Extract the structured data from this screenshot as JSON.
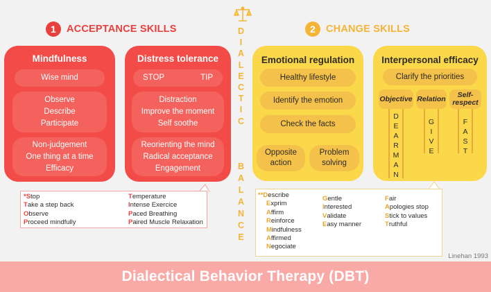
{
  "acceptance": {
    "number": "1",
    "heading": "ACCEPTANCE SKILLS",
    "color": "#e8403c",
    "mindfulness": {
      "title": "Mindfulness",
      "pill1": "Wise mind",
      "pill2": [
        "Observe",
        "Describe",
        "Participate"
      ],
      "pill3": [
        "Non-judgement",
        "One thing at a time",
        "Efficacy"
      ]
    },
    "distress": {
      "title": "Distress tolerance",
      "stop": "STOP",
      "tip": "TIP",
      "pill2": [
        "Distraction",
        "Improve the moment",
        "Self soothe"
      ],
      "pill3": [
        "Reorienting the mind",
        "Radical acceptance",
        "Engagement"
      ]
    },
    "stop_acronym": {
      "marker": "*",
      "lines": [
        {
          "first": "S",
          "rest": "top"
        },
        {
          "first": "T",
          "rest": "ake a step back"
        },
        {
          "first": "O",
          "rest": "bserve"
        },
        {
          "first": "P",
          "rest": "roceed mindfully"
        }
      ]
    },
    "tip_acronym": {
      "lines": [
        {
          "first": "T",
          "rest": "emperature"
        },
        {
          "first": "I",
          "rest": "ntense Exercice"
        },
        {
          "first": "P",
          "rest": "aced Breathing"
        },
        {
          "first": "P",
          "rest": "aired Muscle Relaxation"
        }
      ]
    }
  },
  "dialectic": {
    "scale_icon": "balance-scale-icon",
    "word1": [
      "D",
      "I",
      "A",
      "L",
      "E",
      "C",
      "T",
      "I",
      "C"
    ],
    "word2": [
      "B",
      "A",
      "L",
      "A",
      "N",
      "C",
      "E"
    ]
  },
  "change": {
    "number": "2",
    "heading": "CHANGE SKILLS",
    "color": "#f4b436",
    "emotional": {
      "title": "Emotional regulation",
      "items": [
        "Healthy lifestyle",
        "Identify the emotion",
        "Check the facts"
      ],
      "opposite": [
        "Opposite",
        "action"
      ],
      "problem": [
        "Problem",
        "solving"
      ]
    },
    "interpersonal": {
      "title": "Interpersonal efficacy",
      "clarify": "Clarify the priorities",
      "tags": [
        {
          "label": "Objective",
          "letters": [
            "D",
            "E",
            "A",
            "R",
            "M",
            "A",
            "N"
          ]
        },
        {
          "label": "Relation",
          "letters": [
            "G",
            "I",
            "V",
            "E"
          ]
        },
        {
          "label": "Self-\nrespect",
          "letters": [
            "F",
            "A",
            "S",
            "T"
          ]
        }
      ]
    },
    "dearman_acronym": {
      "marker": "**",
      "lines": [
        {
          "first": "D",
          "rest": "escribe"
        },
        {
          "first": "E",
          "rest": "xprim"
        },
        {
          "first": "A",
          "rest": "ffirm"
        },
        {
          "first": "R",
          "rest": "einforce"
        },
        {
          "first": "M",
          "rest": "indfulness"
        },
        {
          "first": "A",
          "rest": "ffirmed"
        },
        {
          "first": "N",
          "rest": "egociate"
        }
      ]
    },
    "give_acronym": {
      "lines": [
        {
          "first": "G",
          "rest": "entle"
        },
        {
          "first": "I",
          "rest": "nterested"
        },
        {
          "first": "V",
          "rest": "alidate"
        },
        {
          "first": "E",
          "rest": "asy manner"
        }
      ]
    },
    "fast_acronym": {
      "lines": [
        {
          "first": "F",
          "rest": "air"
        },
        {
          "first": "A",
          "rest": "pologies stop"
        },
        {
          "first": "S",
          "rest": "tick to values"
        },
        {
          "first": "T",
          "rest": "ruthful"
        }
      ]
    }
  },
  "citation": "Linehan 1993",
  "footer_title": "Dialectical Behavior Therapy (DBT)"
}
